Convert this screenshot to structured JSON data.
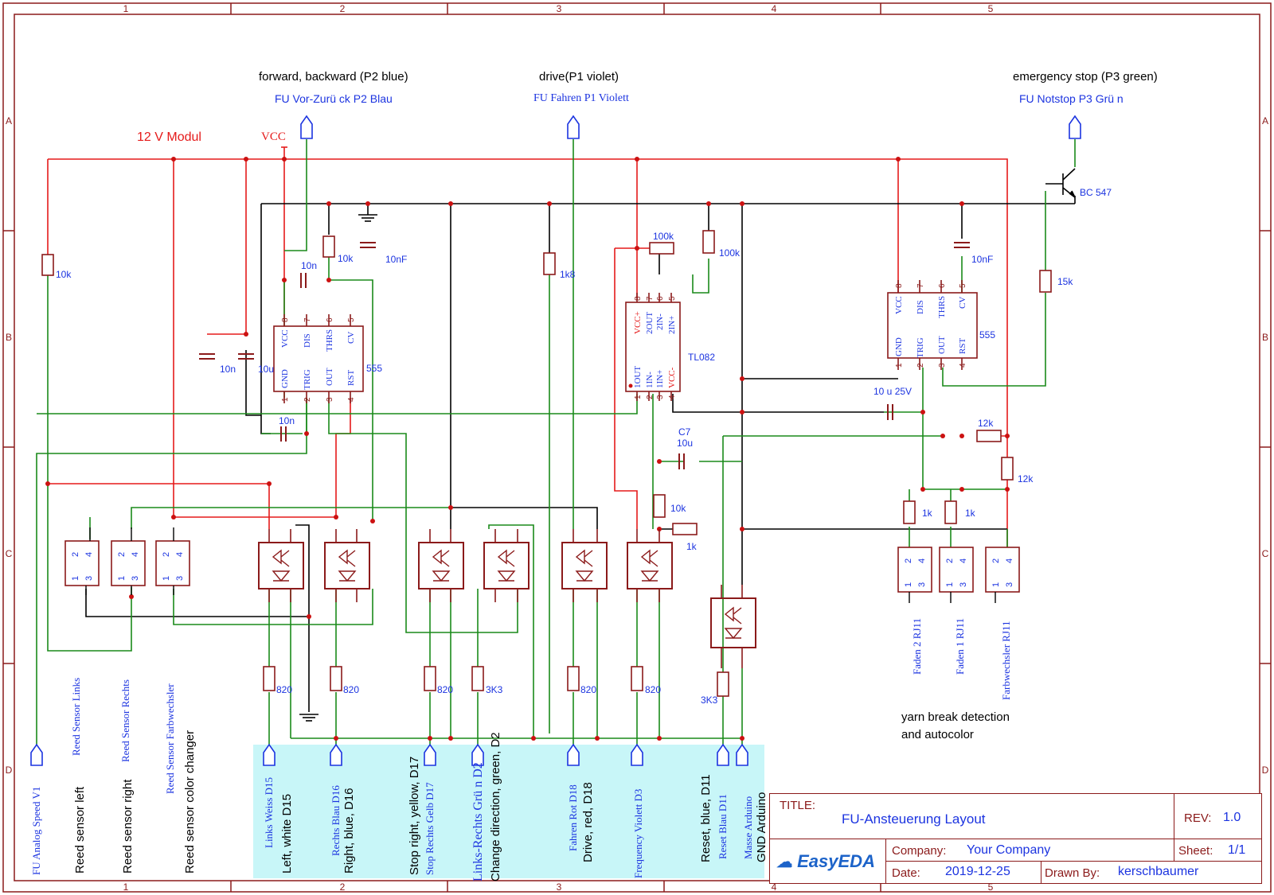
{
  "frame": {
    "col_labels": [
      "1",
      "2",
      "3",
      "4",
      "5"
    ],
    "row_labels": [
      "A",
      "B",
      "C",
      "D"
    ]
  },
  "annotations": {
    "fwd_bwd": "forward, backward (P2 blue)",
    "drive": "drive(P1 violet)",
    "estop": "emergency stop (P3 green)",
    "yarn1": "yarn break detection",
    "yarn2": "and autocolor",
    "reed_left": "Reed sensor left",
    "reed_right": "Reed sensor right",
    "reed_color": "Reed sensor color changer",
    "left_white": "Left, white D15",
    "right_blue": "Right, blue, D16",
    "stop_right": "Stop right, yellow, D17",
    "change_dir": "Change direction, green, D2",
    "drive_red": "Drive, red, D18",
    "reset": "Reset, blue, D11",
    "gnd": "GND Arduino"
  },
  "net_labels": {
    "fu_vor": "FU Vor-Zurü ck P2 Blau",
    "fu_fahren": "FU Fahren P1 Violett",
    "fu_notstop": "FU Notstop P3 Grü n",
    "modul": "12 V Modul",
    "vcc": "VCC",
    "fu_analog": "FU Analog Speed V1",
    "reed_links": "Reed Sensor Links",
    "reed_rechts": "Reed Sensor Rechts",
    "reed_farb": "Reed Sensor Farbwechsler",
    "links_weiss": "Links Weiss D15",
    "rechts_blau": "Rechts Blau D16",
    "stop_rechts": "Stop Rechts Gelb D17",
    "links_rechts": "Links-Rechts Grü n D2",
    "fahren_rot": "Fahren Rot D18",
    "freq_violett": "Frequency Violett D3",
    "reset_blau": "Reset Blau D11",
    "masse": "Masse Arduino",
    "faden2": "Faden 2 RJ11",
    "faden1": "Faden 1 RJ11",
    "farbwechsler": "Farbwechsler RJ11"
  },
  "components": {
    "r10k_a": "10k",
    "r10k_b": "10k",
    "r1k8": "1k8",
    "r100k_a": "100k",
    "r100k_b": "100k",
    "c10n_a": "10n",
    "c10nF_a": "10nF",
    "c10n_b": "10n",
    "c10u_a": "10u",
    "c10n_c": "10n",
    "ic555_a": "555",
    "tl082": "TL082",
    "ic555_b": "555",
    "c10nF_b": "10nF",
    "bc547": "BC 547",
    "r15k": "15k",
    "c10u25": "10 u 25V",
    "c7": "C7",
    "c7v": "10u",
    "r12k_a": "12k",
    "r12k_b": "12k",
    "r1k_a": "1k",
    "r1k_b": "1k",
    "r10k_c": "10k",
    "r1k_c": "1k",
    "r820_1": "820",
    "r820_2": "820",
    "r820_3": "820",
    "r3k3_1": "3K3",
    "r820_4": "820",
    "r820_5": "820",
    "r3k3_2": "3K3"
  },
  "title_block": {
    "title_label": "TITLE:",
    "title": "FU-Ansteuerung Layout",
    "rev_label": "REV:",
    "rev": "1.0",
    "company_label": "Company:",
    "company": "Your Company",
    "sheet_label": "Sheet:",
    "sheet": "1/1",
    "date_label": "Date:",
    "date": "2019-12-25",
    "drawn_label": "Drawn By:",
    "drawn": "kerschbaumer",
    "logo": "EasyEDA"
  },
  "colors": {
    "frame": "#8b1a1a",
    "wire_red": "#e51a1a",
    "wire_green": "#1a8a1a",
    "wire_black": "#000000",
    "net_blue": "#1c34e0",
    "highlight": "#c8f6f8"
  }
}
